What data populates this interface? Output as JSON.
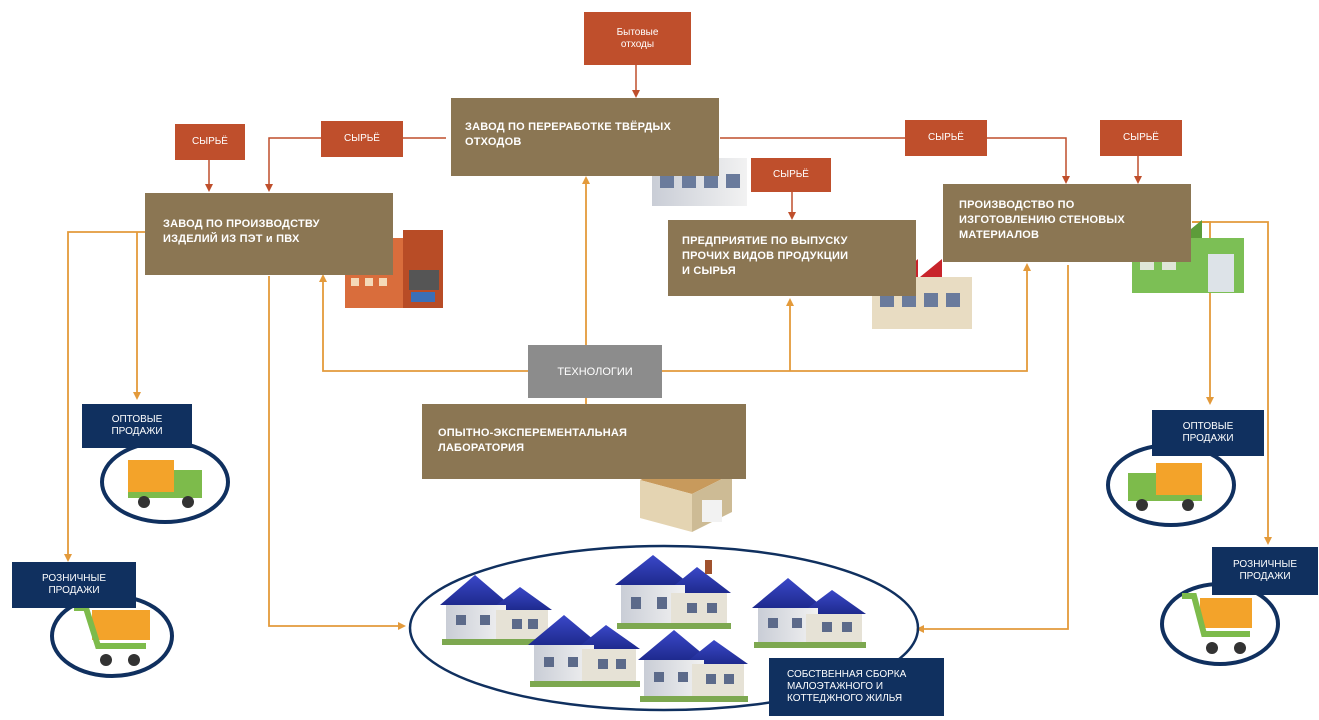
{
  "colors": {
    "arrow": "#e39a3b",
    "node_brown": "#8b7653",
    "raw_material": "#bf4f2c",
    "sales_navy": "#10305f",
    "technology_gray": "#8c8c8c"
  },
  "nodes": {
    "household_waste": "Бытовые\nотходы",
    "waste_plant": "ЗАВОД ПО ПЕРЕРАБОТКЕ ТВЁРДЫХ\nОТХОДОВ",
    "pet_plant": "ЗАВОД ПО ПРОИЗВОДСТВУ\nИЗДЕЛИЙ ИЗ  ПЭТ и ПВХ",
    "other_products": "ПРЕДПРИЯТИЕ ПО ВЫПУСКУ\nПРОЧИХ ВИДОВ ПРОДУКЦИИ\nИ СЫРЬЯ",
    "wall_materials": "ПРОИЗВОДСТВО ПО\nИЗГОТОВЛЕНИЮ СТЕНОВЫХ\nМАТЕРИАЛОВ",
    "technology": "ТЕХНОЛОГИИ",
    "laboratory": "ОПЫТНО-ЭКСПЕРЕМЕНТАЛЬНАЯ\nЛАБОРАТОРИЯ",
    "raw_1": "СЫРЬЁ",
    "raw_2": "СЫРЬЁ",
    "raw_3": "СЫРЬЁ",
    "raw_4": "СЫРЬЁ",
    "raw_5": "СЫРЬЁ",
    "wholesale_left": "ОПТОВЫЕ\nПРОДАЖИ",
    "retail_left": "РОЗНИЧНЫЕ\nПРОДАЖИ",
    "wholesale_right": "ОПТОВЫЕ\nПРОДАЖИ",
    "retail_right": "РОЗНИЧНЫЕ\nПРОДАЖИ",
    "housing": "СОБСТВЕННАЯ СБОРКА\nМАЛОЭТАЖНОГО И\nКОТТЕДЖНОГО ЖИЛЬЯ"
  },
  "icons": [
    "factory-icon",
    "truck-icon",
    "shopping-cart-icon",
    "house-icon",
    "laboratory-icon"
  ]
}
